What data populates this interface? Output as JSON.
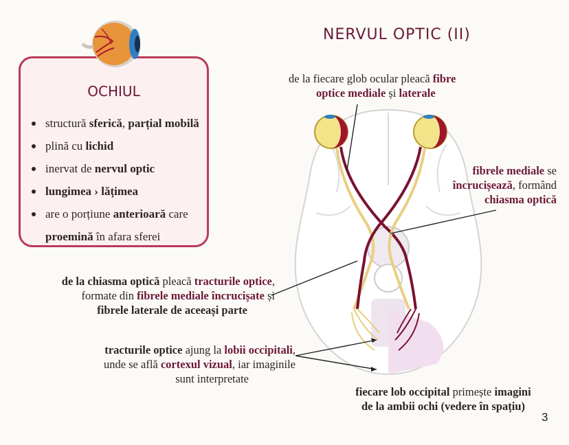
{
  "page_title": "NERVUL OPTIC (II)",
  "page_number": "3",
  "sidebar": {
    "title": "OCHIUL",
    "items": [
      {
        "pre": "structură ",
        "bold": "sferică",
        "mid": ", ",
        "bold2": "parțial mobilă",
        "post": ""
      },
      {
        "pre": "plină cu ",
        "bold": "lichid",
        "mid": "",
        "bold2": "",
        "post": ""
      },
      {
        "pre": "inervat de ",
        "bold": "nervul optic",
        "mid": "",
        "bold2": "",
        "post": ""
      },
      {
        "pre": "",
        "bold": "lungimea › lățimea",
        "mid": "",
        "bold2": "",
        "post": ""
      },
      {
        "pre": "are o porțiune ",
        "bold": "anterioară",
        "mid": " care",
        "bold2": "",
        "post": ""
      }
    ],
    "item5_cont_bold": "proemină",
    "item5_cont_rest": " în afara sferei"
  },
  "annotations": {
    "a1_l1_pre": "de la fiecare glob ocular pleacă ",
    "a1_l1_bold": "fibre",
    "a1_l2_bold": "optice mediale",
    "a1_l2_mid": " și ",
    "a1_l2_bold2": "laterale",
    "a2_l1_bold": "fibrele mediale",
    "a2_l1_rest": " se",
    "a2_l2_bold": "încrucișează",
    "a2_l2_rest": ", formând",
    "a2_l3_bold": "chiasma optică",
    "a3_l1_bold": "de la chiasma optică",
    "a3_l1_mid": " pleacă ",
    "a3_l1_bold2": "tracturile optice",
    "a3_l1_rest": ",",
    "a3_l2_pre": "formate din ",
    "a3_l2_bold": "fibrele mediale încrucișate",
    "a3_l2_rest": " și",
    "a3_l3_bold": "fibrele laterale de aceeași parte",
    "a4_l1_bold": "tracturile optice",
    "a4_l1_mid": " ajung la ",
    "a4_l1_bold2": "lobii occipitali",
    "a4_l1_rest": ",",
    "a4_l2_pre": "unde se află ",
    "a4_l2_bold": "cortexul vizual",
    "a4_l2_rest": ", iar imaginile",
    "a4_l3": "sunt interpretate",
    "a5_l1_bold": "fiecare lob occipital",
    "a5_l1_mid": " primește ",
    "a5_l1_bold2": "imagini",
    "a5_l2_bold": "de la ambii ochi (vedere în spațiu)"
  },
  "colors": {
    "accent": "#6b1838",
    "box_border": "#b83a5a",
    "box_fill": "#fcf0f0",
    "eye_sclera": "#f3e48a",
    "eye_iris": "#a0142e"
  }
}
